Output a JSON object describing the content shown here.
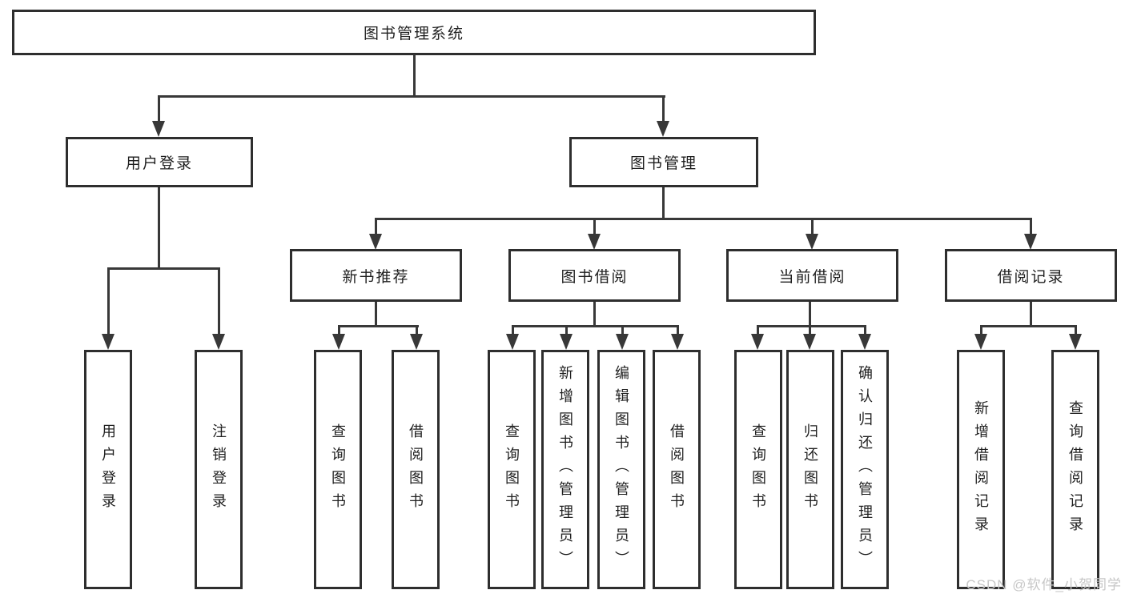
{
  "diagram": {
    "root": {
      "label": "图书管理系统"
    },
    "level2": [
      {
        "label": "用户登录"
      },
      {
        "label": "图书管理"
      }
    ],
    "level3": [
      {
        "label": "新书推荐"
      },
      {
        "label": "图书借阅"
      },
      {
        "label": "当前借阅"
      },
      {
        "label": "借阅记录"
      }
    ],
    "leaves": {
      "user_login": [
        {
          "label": "用户登录"
        },
        {
          "label": "注销登录"
        }
      ],
      "new_book": [
        {
          "label": "查询图书"
        },
        {
          "label": "借阅图书"
        }
      ],
      "book_borrow": [
        {
          "label": "查询图书"
        },
        {
          "label": "新增图书（管理员）"
        },
        {
          "label": "编辑图书（管理员）"
        },
        {
          "label": "借阅图书"
        }
      ],
      "current_borrow": [
        {
          "label": "查询图书"
        },
        {
          "label": "归还图书"
        },
        {
          "label": "确认归还（管理员）"
        }
      ],
      "records": [
        {
          "label": "新增借阅记录"
        },
        {
          "label": "查询借阅记录"
        }
      ]
    }
  },
  "watermark": {
    "text": "CSDN @软件_小贺同学"
  },
  "colors": {
    "line": "#383838",
    "box_border": "#2e2e2e",
    "text": "#1f1f1f",
    "watermark": "#c7c7c7",
    "background": "#ffffff"
  }
}
